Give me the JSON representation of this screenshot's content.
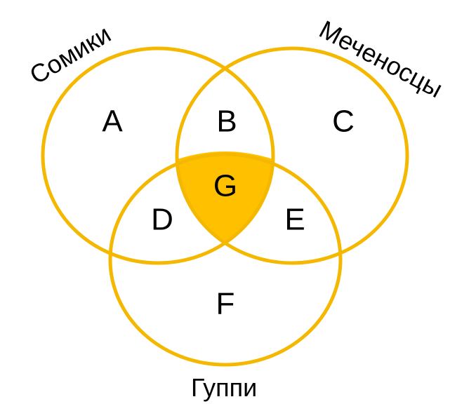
{
  "diagram": {
    "type": "venn-3",
    "colors": {
      "circle_stroke": "#F5B800",
      "highlight_fill": "#FFC000",
      "label_text": "#000000",
      "background": "#FFFFFF"
    },
    "sets": [
      {
        "id": "catfish",
        "label": "Сомики"
      },
      {
        "id": "swordtails",
        "label": "Меченосцы"
      },
      {
        "id": "guppies",
        "label": "Гуппи"
      }
    ],
    "regions": [
      {
        "id": "A",
        "label": "A",
        "highlighted": false
      },
      {
        "id": "B",
        "label": "B",
        "highlighted": false
      },
      {
        "id": "C",
        "label": "C",
        "highlighted": false
      },
      {
        "id": "D",
        "label": "D",
        "highlighted": false
      },
      {
        "id": "E",
        "label": "E",
        "highlighted": false
      },
      {
        "id": "F",
        "label": "F",
        "highlighted": false
      },
      {
        "id": "G",
        "label": "G",
        "highlighted": true
      }
    ]
  }
}
